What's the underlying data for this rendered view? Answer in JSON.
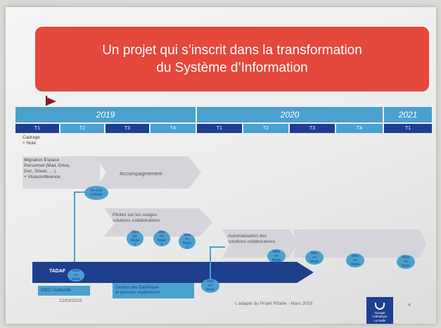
{
  "title": {
    "line1": "Un projet qui s’inscrit dans la transformation",
    "line2": "du Système d’Information"
  },
  "years": [
    "2019",
    "2020",
    "2021"
  ],
  "quarters_2019": [
    "T1",
    "T2",
    "T3",
    "T4"
  ],
  "quarters_2020": [
    "T1",
    "T2",
    "T3",
    "T4"
  ],
  "quarters_2021": [
    "T1"
  ],
  "cadrage_note": "Cadrage\n+ Note",
  "migration_box": "Migration Espace\nPersonnel (Mail, Drive,\nDoc, Sheet, ... )\n+ Visioconférence",
  "accompagnement": "Accompagnement",
  "pilotes": "Pilotes sur les usages\nsolutions collaboratives",
  "automatisation": "Automatisation des\nsolutions collaboratives",
  "ovals": {
    "o1": "Go-Live\nà Mode",
    "o2": "Mise\nen\nMode\n1",
    "o3": "Mise\nen\nMode\n2",
    "o4": "Mise\nen\nMode\n3",
    "o5": "Mise\nen\nMode",
    "o6": "Mise\nen\nMode",
    "o7": "Mise\nen\nMode",
    "o8": "Mise\nen\nMode",
    "o9": "Mise\nen\nMode",
    "o10": "Mise\nen\nMode"
  },
  "tadaf": "TADAF",
  "sso_box": "SSO / Authentik",
  "gestion_box": "Gestion des DanPhase\net parcours d'admission",
  "date": "22/03/2019",
  "footer": "L'adapte du Projet RSalle - Mars 2019",
  "page_number": "4",
  "logo_text": "Groupe\nCatholique\nLa Salle",
  "colors": {
    "banner": "#e5483c",
    "dark_blue": "#1d3f8f",
    "light_blue": "#4aa1cf"
  }
}
